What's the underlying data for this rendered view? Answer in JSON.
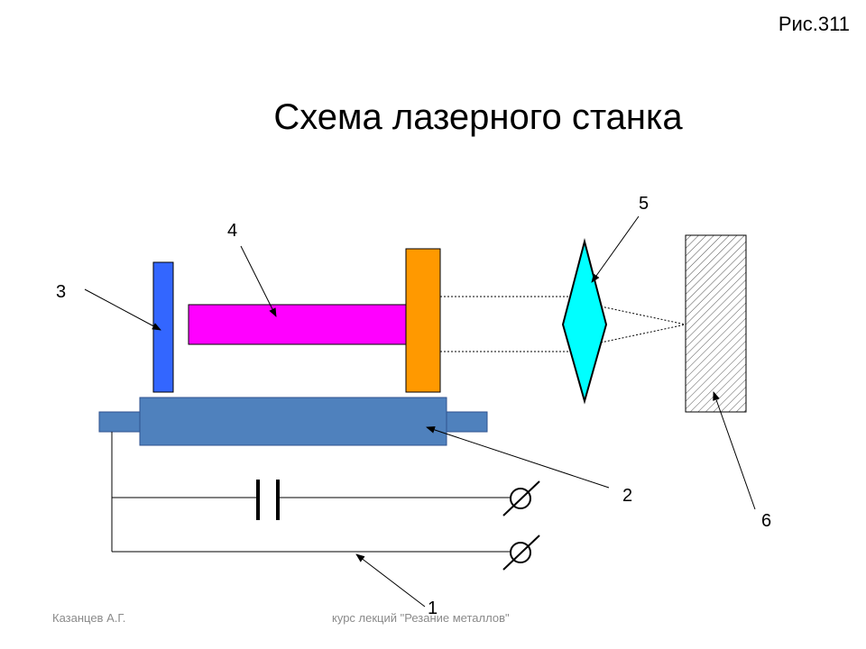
{
  "figure_label": "Рис.311",
  "title": "Схема лазерного станка",
  "callouts": {
    "n1": "1",
    "n2": "2",
    "n3": "3",
    "n4": "4",
    "n5": "5",
    "n6": "6"
  },
  "footer": {
    "author": "Казанцев А.Г.",
    "course": "курс лекций \"Резание металлов\""
  },
  "colors": {
    "mirror": "#3366ff",
    "laser_rod": "#ff00ff",
    "output_mirror": "#ff9900",
    "lens": "#00ffff",
    "base": "#4f81bd",
    "workpiece_hatch": "#555555"
  }
}
